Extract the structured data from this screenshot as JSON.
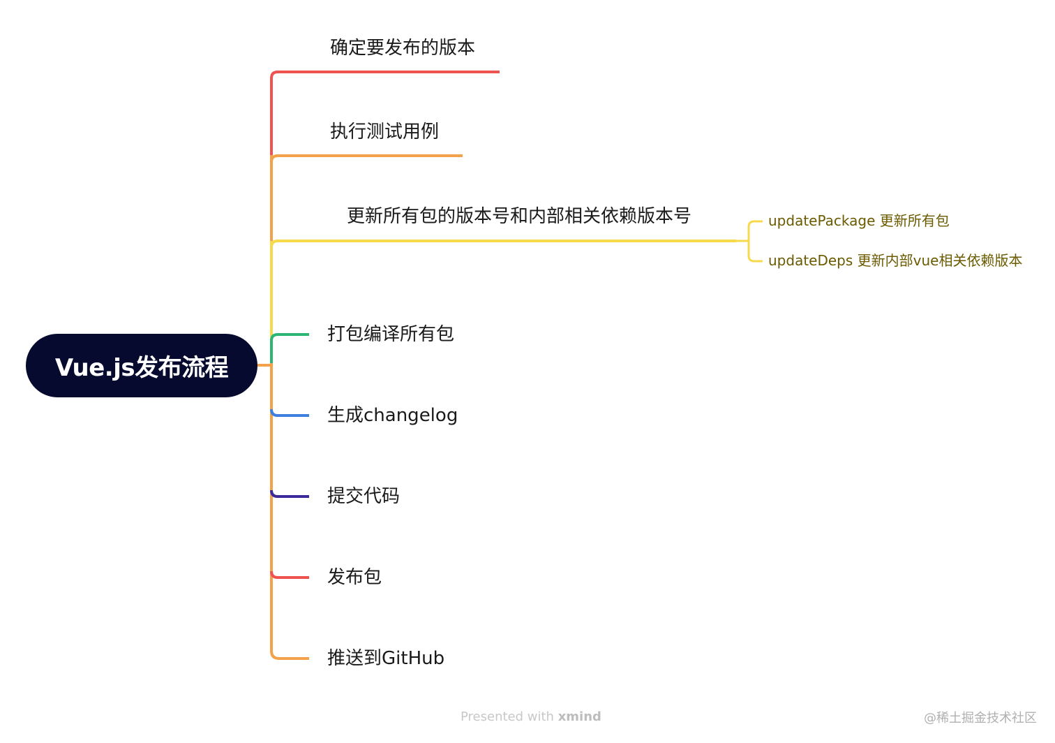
{
  "root": {
    "label": "Vue.js发布流程"
  },
  "branches": [
    {
      "label": "确定要发布的版本",
      "color": "#ef5350"
    },
    {
      "label": "执行测试用例",
      "color": "#f4a24a"
    },
    {
      "label": "更新所有包的版本号和内部相关依赖版本号",
      "color": "#f7d94c",
      "children": [
        {
          "label": "updatePackage 更新所有包"
        },
        {
          "label": "updateDeps 更新内部vue相关依赖版本"
        }
      ]
    },
    {
      "label": "打包编译所有包",
      "color": "#2bb673"
    },
    {
      "label": "生成changelog",
      "color": "#3f7fe0"
    },
    {
      "label": "提交代码",
      "color": "#3a2a9c"
    },
    {
      "label": "发布包",
      "color": "#ef5350"
    },
    {
      "label": "推送到GitHub",
      "color": "#f4a24a"
    }
  ],
  "footer": {
    "prefix": "Presented with",
    "brand": "xmind"
  },
  "watermark": "@稀土掘金技术社区"
}
